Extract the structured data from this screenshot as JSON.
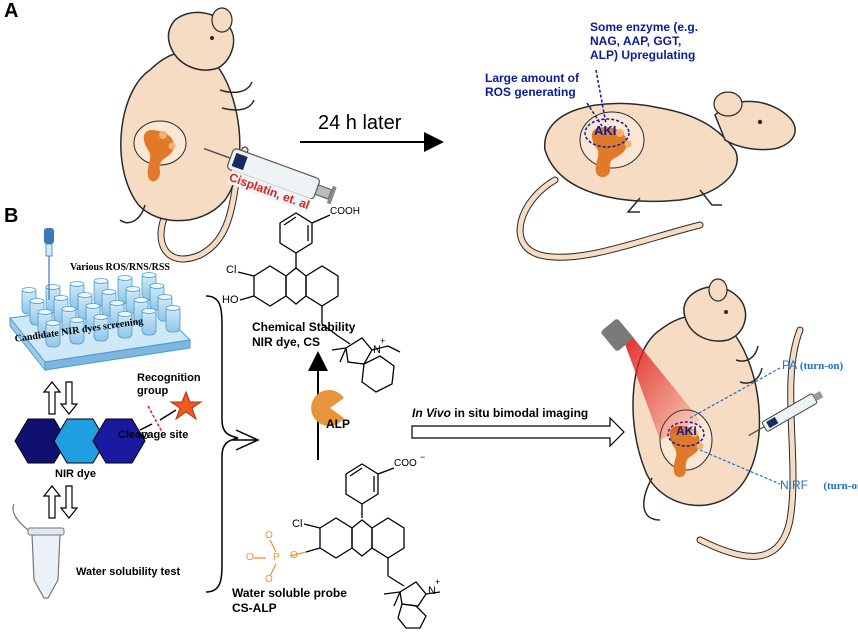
{
  "panel_a": {
    "label": "A",
    "time_label": "24 h later",
    "syringe_label": "Cisplatin, et. al",
    "enzyme_note": "Some enzyme (e.g.\nNAG, AAP, GGT,\nALP) Upregulating",
    "ros_note": "Large amount of\nROS generating",
    "aki_label": "AKI"
  },
  "panel_b": {
    "label": "B",
    "ros_rns_rss": "Various ROS/RNS/RSS",
    "screening": "Candidate NIR dyes screening",
    "recognition_group": "Recognition\ngroup",
    "cleavage_site": "Cleavage site",
    "nir_dye": "NIR dye",
    "water_solubility": "Water solubility test",
    "cs_title": "Chemical Stability\nNIR dye, CS",
    "probe_title": "Water soluble probe\nCS-ALP",
    "alp": "ALP",
    "imaging_italic": "In Vivo",
    "imaging_rest": " in situ bimodal imaging",
    "pa_label": "PA",
    "pa_state": "(turn-on)",
    "nirf_label": "NIRF",
    "nirf_state": "(turn-on)",
    "aki_label": "AKI"
  },
  "chem": {
    "cooh": "COOH",
    "coo": "COO",
    "minus": "−",
    "cl": "Cl",
    "ho": "HO",
    "n_plus": "N",
    "plus": "+",
    "o": "O",
    "p": "P"
  },
  "colors": {
    "mouse_body": "#f7dcc4",
    "mouse_outline": "#2a2a2a",
    "kidney": "#e07a2a",
    "annotation_blue": "#0a1a9c",
    "probe_orange": "#e8943a",
    "laser_red": "#e02020",
    "ring_dark": "#101070",
    "ring_mid": "#1f9ee0",
    "ring_light": "#1a1aa0"
  }
}
